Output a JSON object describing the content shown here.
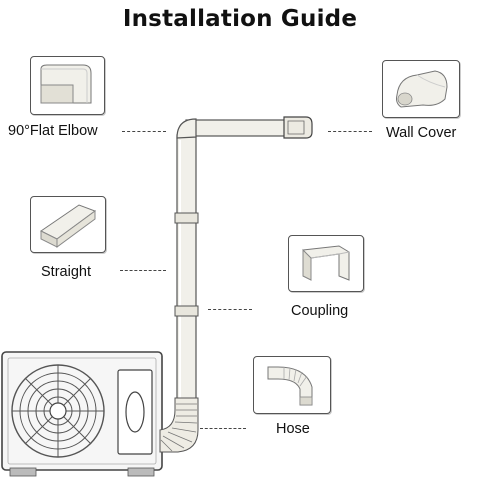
{
  "title": "Installation Guide",
  "parts": {
    "elbow": "90°Flat Elbow",
    "wall_cover": "Wall Cover",
    "straight": "Straight",
    "coupling": "Coupling",
    "hose": "Hose"
  },
  "colors": {
    "duct": "#f1f0ea",
    "duct_shade": "#d9d7ce",
    "outline": "#444444"
  }
}
